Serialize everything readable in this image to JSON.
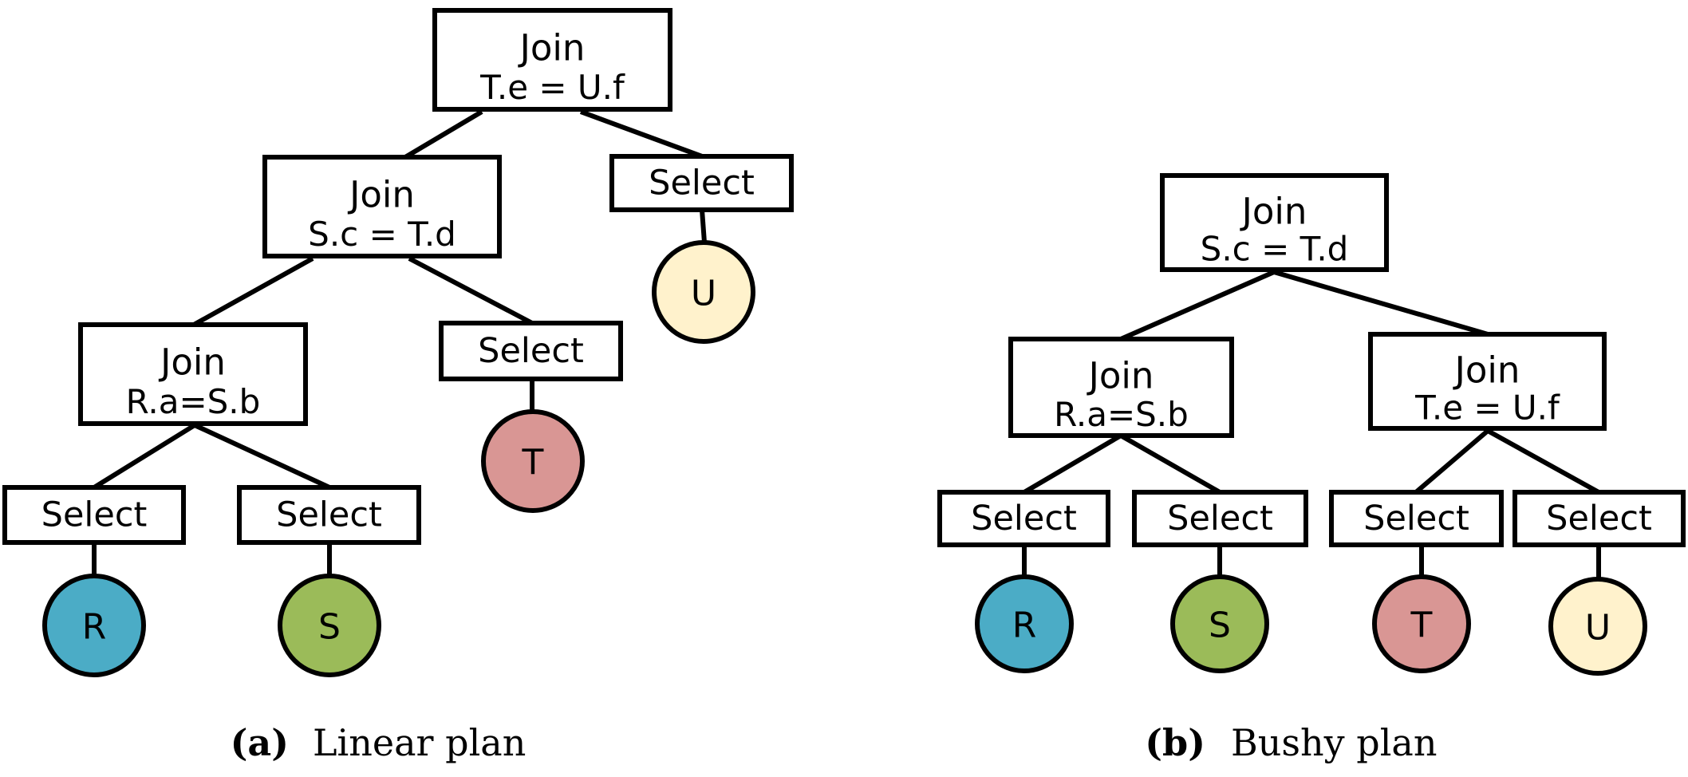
{
  "figures": [
    {
      "key": "linear",
      "caption_label": "(a)",
      "caption_text": "Linear plan",
      "nodes": [
        {
          "id": "a_join_top",
          "kind": "join",
          "title": "Join",
          "predicate": "T.e = U.f"
        },
        {
          "id": "a_join_mid",
          "kind": "join",
          "title": "Join",
          "predicate": "S.c = T.d"
        },
        {
          "id": "a_select_u",
          "kind": "select",
          "title": "Select"
        },
        {
          "id": "a_rel_u",
          "kind": "relation",
          "label": "U",
          "color": "#fff2cc"
        },
        {
          "id": "a_join_low",
          "kind": "join",
          "title": "Join",
          "predicate": "R.a=S.b"
        },
        {
          "id": "a_select_t",
          "kind": "select",
          "title": "Select"
        },
        {
          "id": "a_rel_t",
          "kind": "relation",
          "label": "T",
          "color": "#d99694"
        },
        {
          "id": "a_select_r",
          "kind": "select",
          "title": "Select"
        },
        {
          "id": "a_select_s",
          "kind": "select",
          "title": "Select"
        },
        {
          "id": "a_rel_r",
          "kind": "relation",
          "label": "R",
          "color": "#4bacc6"
        },
        {
          "id": "a_rel_s",
          "kind": "relation",
          "label": "S",
          "color": "#9bbb59"
        }
      ],
      "edges": [
        [
          "a_join_top",
          "a_join_mid"
        ],
        [
          "a_join_top",
          "a_select_u"
        ],
        [
          "a_select_u",
          "a_rel_u"
        ],
        [
          "a_join_mid",
          "a_join_low"
        ],
        [
          "a_join_mid",
          "a_select_t"
        ],
        [
          "a_select_t",
          "a_rel_t"
        ],
        [
          "a_join_low",
          "a_select_r"
        ],
        [
          "a_join_low",
          "a_select_s"
        ],
        [
          "a_select_r",
          "a_rel_r"
        ],
        [
          "a_select_s",
          "a_rel_s"
        ]
      ]
    },
    {
      "key": "bushy",
      "caption_label": "(b)",
      "caption_text": "Bushy plan",
      "nodes": [
        {
          "id": "b_join_top",
          "kind": "join",
          "title": "Join",
          "predicate": "S.c = T.d"
        },
        {
          "id": "b_join_left",
          "kind": "join",
          "title": "Join",
          "predicate": "R.a=S.b"
        },
        {
          "id": "b_join_right",
          "kind": "join",
          "title": "Join",
          "predicate": "T.e = U.f"
        },
        {
          "id": "b_select_r",
          "kind": "select",
          "title": "Select"
        },
        {
          "id": "b_select_s",
          "kind": "select",
          "title": "Select"
        },
        {
          "id": "b_select_t",
          "kind": "select",
          "title": "Select"
        },
        {
          "id": "b_select_u",
          "kind": "select",
          "title": "Select"
        },
        {
          "id": "b_rel_r",
          "kind": "relation",
          "label": "R",
          "color": "#4bacc6"
        },
        {
          "id": "b_rel_s",
          "kind": "relation",
          "label": "S",
          "color": "#9bbb59"
        },
        {
          "id": "b_rel_t",
          "kind": "relation",
          "label": "T",
          "color": "#d99694"
        },
        {
          "id": "b_rel_u",
          "kind": "relation",
          "label": "U",
          "color": "#fff2cc"
        }
      ],
      "edges": [
        [
          "b_join_top",
          "b_join_left"
        ],
        [
          "b_join_top",
          "b_join_right"
        ],
        [
          "b_join_left",
          "b_select_r"
        ],
        [
          "b_join_left",
          "b_select_s"
        ],
        [
          "b_join_right",
          "b_select_t"
        ],
        [
          "b_join_right",
          "b_select_u"
        ],
        [
          "b_select_r",
          "b_rel_r"
        ],
        [
          "b_select_s",
          "b_rel_s"
        ],
        [
          "b_select_t",
          "b_rel_t"
        ],
        [
          "b_select_u",
          "b_rel_u"
        ]
      ]
    }
  ]
}
